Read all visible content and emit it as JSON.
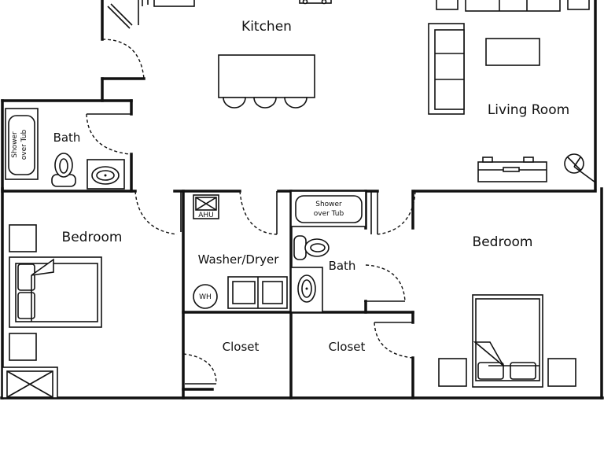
{
  "rooms": {
    "kitchen": "Kitchen",
    "living_room": "Living Room",
    "bath_left": "Bath",
    "bedroom_left": "Bedroom",
    "washer_dryer": "Washer/Dryer",
    "bath_center": "Bath",
    "bedroom_right": "Bedroom",
    "closet_left": "Closet",
    "closet_right": "Closet"
  },
  "fixtures": {
    "tub_left_line1": "Shower",
    "tub_left_line2": "over Tub",
    "tub_center_line1": "Shower",
    "tub_center_line2": "over Tub",
    "ahu": "AHU",
    "water_heater": "WH"
  },
  "colors": {
    "wall": "#111111",
    "background": "#ffffff"
  }
}
